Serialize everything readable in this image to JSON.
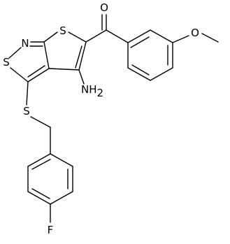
{
  "atom_labels": {
    "sulfur_thiophene": "S",
    "nitrogen_isothiazole": "N",
    "sulfur_isothiazole": "S",
    "oxygen_carbonyl": "O",
    "oxygen_methoxy": "O",
    "amino_nh": "NH",
    "amino_subscript": "2",
    "sulfur_thioether": "S",
    "fluorine": "F"
  }
}
